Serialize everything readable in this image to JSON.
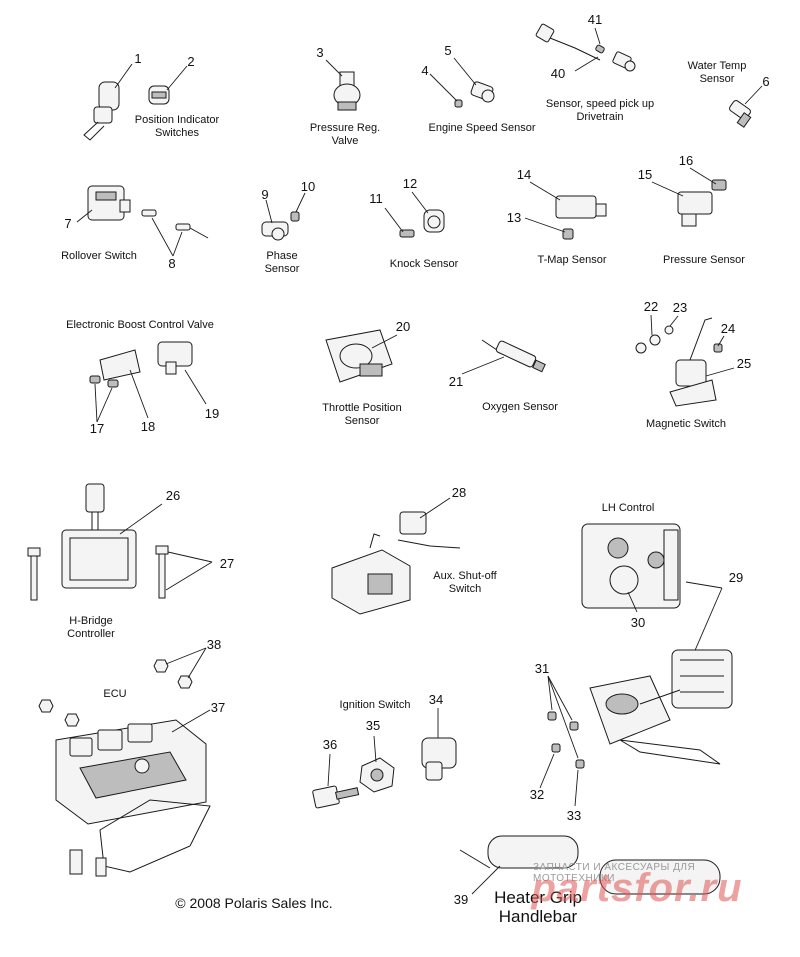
{
  "labels": {
    "position_indicator": "Position Indicator\nSwitches",
    "pressure_reg": "Pressure Reg.\nValve",
    "engine_speed": "Engine Speed Sensor",
    "speed_pickup": "Sensor, speed pick up\nDrivetrain",
    "water_temp": "Water Temp\nSensor",
    "rollover": "Rollover Switch",
    "phase": "Phase\nSensor",
    "knock": "Knock Sensor",
    "tmap": "T-Map Sensor",
    "pressure_sensor": "Pressure Sensor",
    "boost_valve": "Electronic Boost Control Valve",
    "throttle": "Throttle Position\nSensor",
    "oxygen": "Oxygen Sensor",
    "magnetic": "Magnetic Switch",
    "lh_control": "LH Control",
    "hbridge": "H-Bridge\nController",
    "aux_shutoff": "Aux. Shut-off\nSwitch",
    "ecu": "ECU",
    "ignition": "Ignition Switch",
    "heater_grip": "Heater Grip\nHandlebar"
  },
  "callouts": [
    "1",
    "2",
    "3",
    "4",
    "5",
    "6",
    "7",
    "8",
    "9",
    "10",
    "11",
    "12",
    "13",
    "14",
    "15",
    "16",
    "17",
    "18",
    "19",
    "20",
    "21",
    "22",
    "23",
    "24",
    "25",
    "26",
    "27",
    "28",
    "29",
    "30",
    "31",
    "32",
    "33",
    "34",
    "35",
    "36",
    "37",
    "38",
    "39",
    "40",
    "41"
  ],
  "copyright": "© 2008 Polaris Sales Inc.",
  "watermark": {
    "top_text": "ЗАПЧАСТИ И АКСЕСУАРЫ ДЛЯ МОТОТЕХНИКИ",
    "brand": "partsfor.ru"
  }
}
